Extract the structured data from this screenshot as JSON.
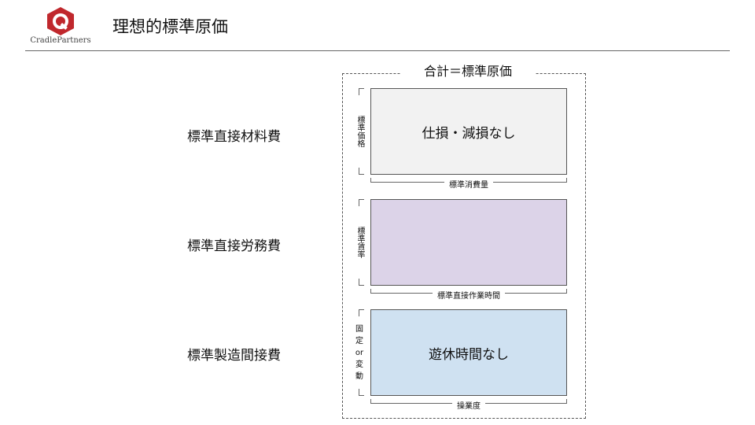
{
  "header": {
    "logo_text": "CradlePartners",
    "title": "理想的標準原価"
  },
  "frame": {
    "title": "合計＝標準原価"
  },
  "rows": [
    {
      "label": "標準直接材料費",
      "box_text": "仕損・減損なし",
      "box_color": "#f2f2f2",
      "vertical_label": [
        "標",
        "準",
        "価",
        "格"
      ],
      "horizontal_label": "標準消費量"
    },
    {
      "label": "標準直接労務費",
      "box_text": "",
      "box_color": "#dcd3e8",
      "vertical_label": [
        "標",
        "準",
        "賃",
        "率"
      ],
      "horizontal_label": "標準直接作業時間"
    },
    {
      "label": "標準製造間接費",
      "box_text": "遊休時間なし",
      "box_color": "#cfe1f1",
      "vertical_label": [
        "固",
        "定",
        "or",
        "変",
        "動"
      ],
      "horizontal_label": "操業度"
    }
  ],
  "colors": {
    "logo_red": "#c0282d"
  }
}
